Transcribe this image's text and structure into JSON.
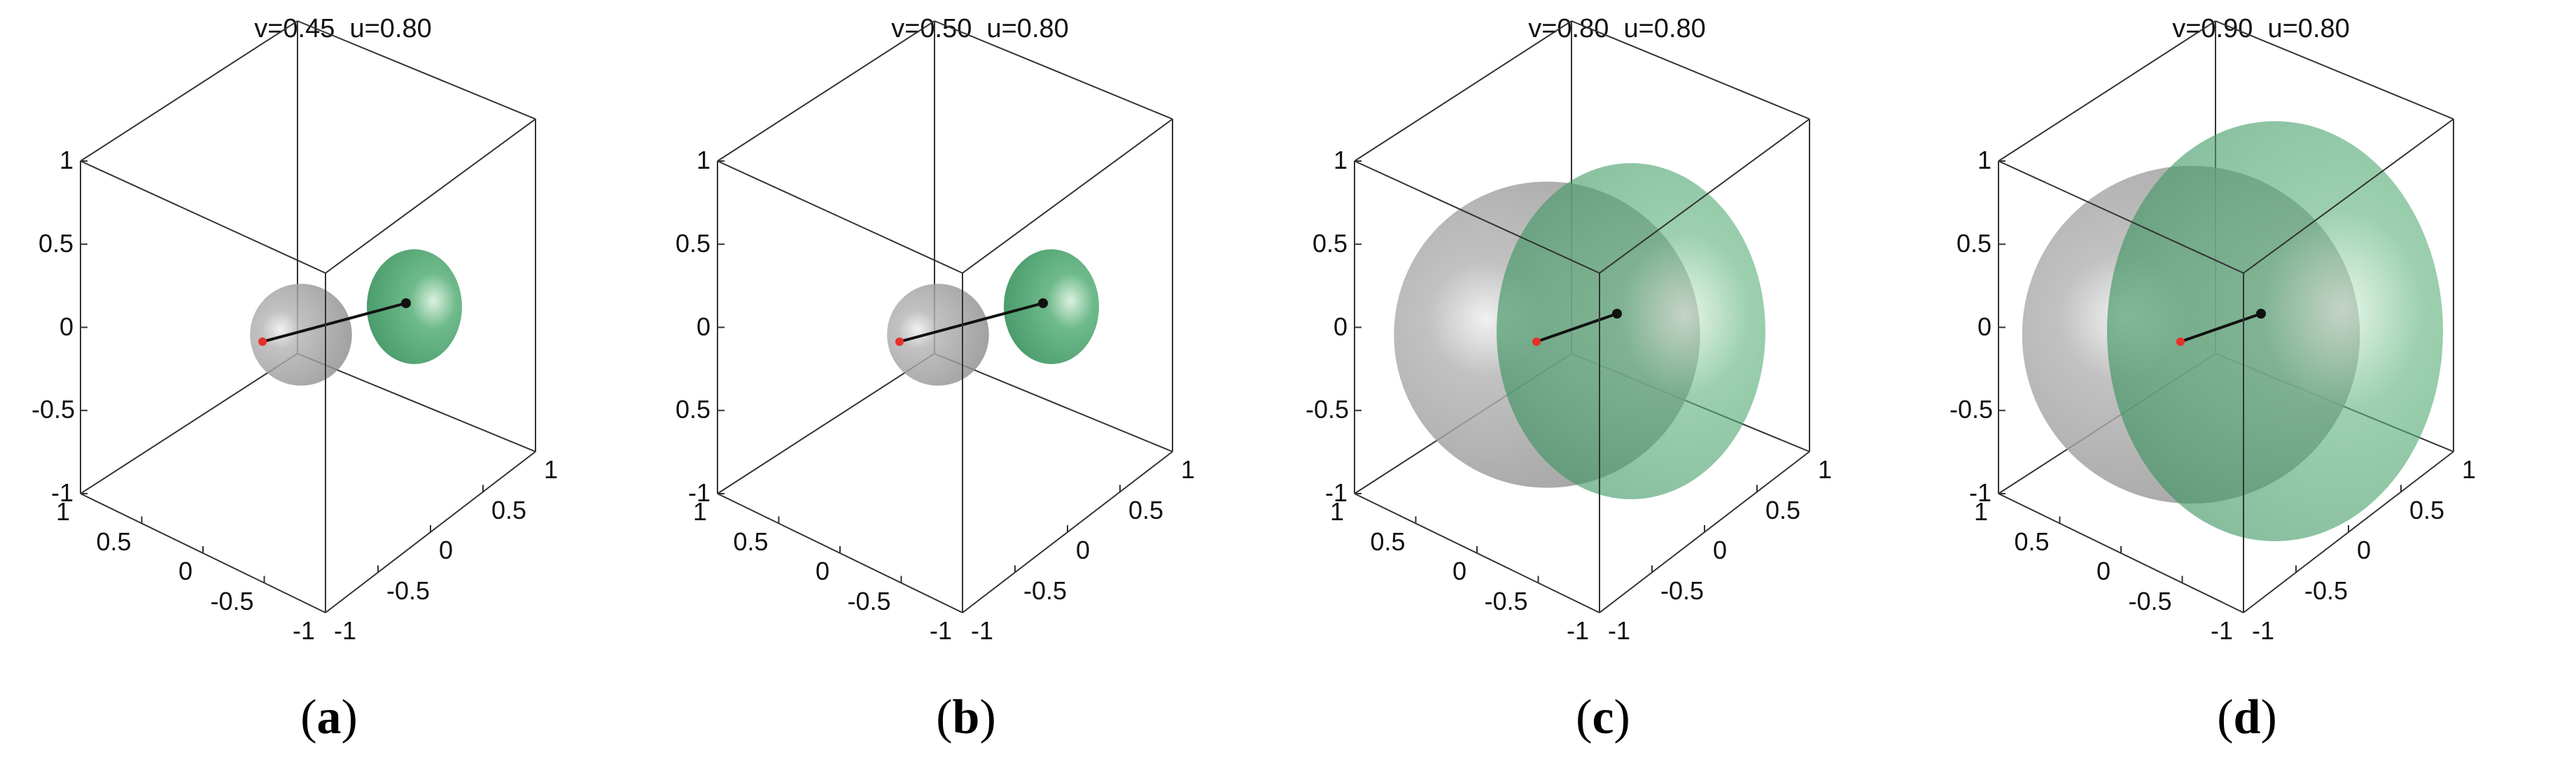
{
  "figure": {
    "panels": [
      {
        "id": "a",
        "title": "v=0.45  u=0.80",
        "caption_letter": "a",
        "v": 0.45,
        "u": 0.8,
        "z_ticks": [
          "1",
          "0.5",
          "0",
          "-0.5",
          "-1"
        ],
        "left_ticks": [
          "1",
          "0.5",
          "0",
          "-0.5",
          "-1"
        ],
        "right_ticks": [
          "-1",
          "-0.5",
          "0",
          "0.5",
          "1"
        ]
      },
      {
        "id": "b",
        "title": "v=0.50  u=0.80",
        "caption_letter": "b",
        "v": 0.5,
        "u": 0.8,
        "z_ticks": [
          "1",
          "0.5",
          "0",
          "0.5",
          "-1"
        ],
        "left_ticks": [
          "1",
          "0.5",
          "0",
          "-0.5",
          "-1"
        ],
        "right_ticks": [
          "-1",
          "-0.5",
          "0",
          "0.5",
          "1"
        ]
      },
      {
        "id": "c",
        "title": "v=0.80  u=0.80",
        "caption_letter": "c",
        "v": 0.8,
        "u": 0.8,
        "z_ticks": [
          "1",
          "0.5",
          "0",
          "-0.5",
          "-1"
        ],
        "left_ticks": [
          "1",
          "0.5",
          "0",
          "-0.5",
          "-1"
        ],
        "right_ticks": [
          "-1",
          "-0.5",
          "0",
          "0.5",
          "1"
        ]
      },
      {
        "id": "d",
        "title": "v=0.90  u=0.80",
        "caption_letter": "d",
        "v": 0.9,
        "u": 0.8,
        "z_ticks": [
          "1",
          "0.5",
          "0",
          "-0.5",
          "-1"
        ],
        "left_ticks": [
          "1",
          "0.5",
          "0",
          "-0.5",
          "-1"
        ],
        "right_ticks": [
          "-1",
          "-0.5",
          "0",
          "0.5",
          "1"
        ]
      }
    ],
    "colors": {
      "grey_sphere": "#8a8a8a",
      "green_sphere": "#2f8a55",
      "center_point": "#e8302a",
      "tip_point": "#111111",
      "box_line": "#333333"
    }
  }
}
